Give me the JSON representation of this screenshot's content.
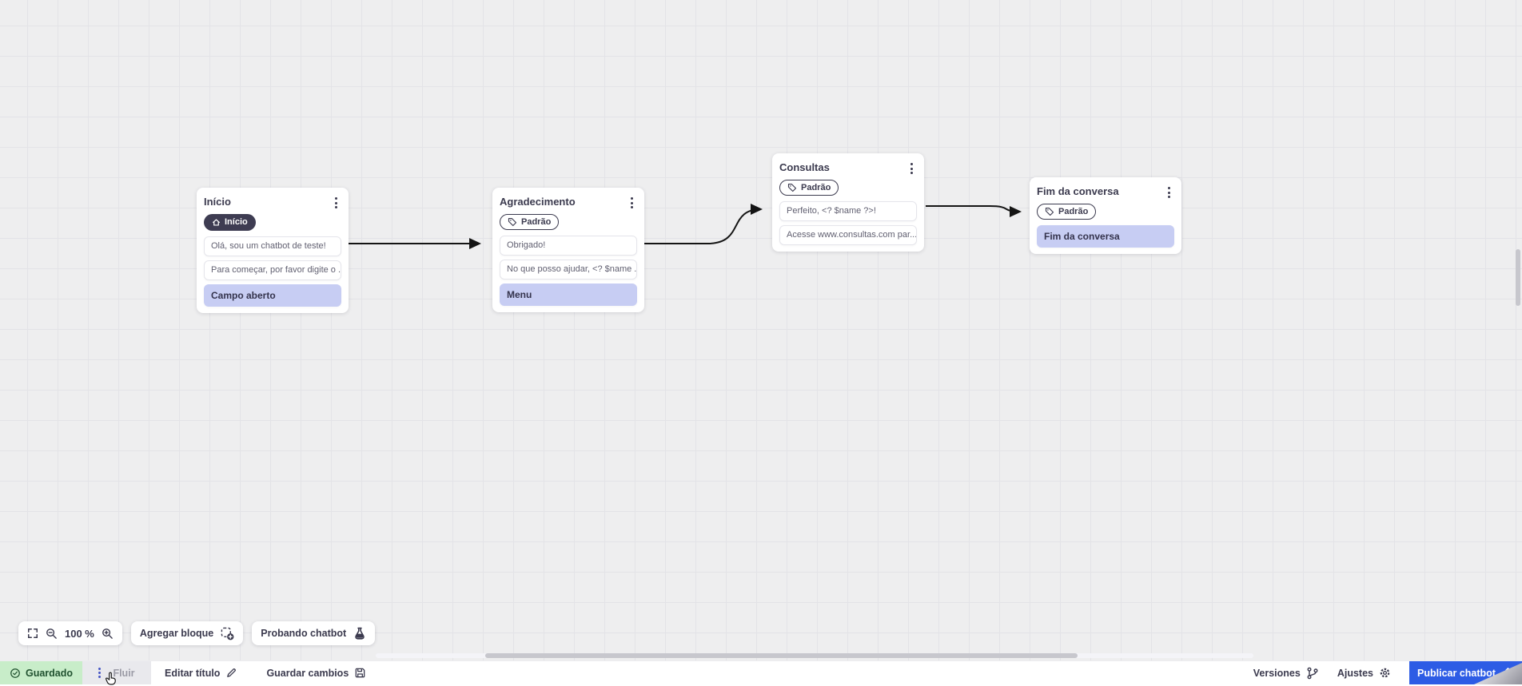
{
  "canvas": {
    "nodes": [
      {
        "title": "Início",
        "badge_label": "Início",
        "messages": [
          "Olá, sou um chatbot de teste!",
          "Para começar, por favor digite o ..."
        ],
        "action_label": "Campo aberto"
      },
      {
        "title": "Agradecimento",
        "badge_label": "Padrão",
        "messages": [
          "Obrigado!",
          "No que posso ajudar, <? $name ..."
        ],
        "action_label": "Menu"
      },
      {
        "title": "Consultas",
        "badge_label": "Padrão",
        "messages": [
          "Perfeito, <? $name ?>!",
          "Acesse www.consultas.com par..."
        ]
      },
      {
        "title": "Fim da conversa",
        "badge_label": "Padrão",
        "action_label": "Fim da conversa"
      }
    ]
  },
  "toolbar": {
    "zoom_level": "100 %",
    "add_block_label": "Agregar bloque",
    "test_chatbot_label": "Probando chatbot"
  },
  "statusbar": {
    "saved_label": "Guardado",
    "flow_label": "Fluir",
    "edit_title_label": "Editar título",
    "save_changes_label": "Guardar cambios",
    "versions_label": "Versiones",
    "settings_label": "Ajustes",
    "publish_label": "Publicar chatbot"
  },
  "icons": {
    "kebab-menu": "vertical three dots",
    "home": "house",
    "tag": "label tag outline",
    "fullscreen": "corner brackets",
    "zoom-out": "magnifier with minus",
    "zoom-in": "magnifier with plus",
    "add-block": "dashed square with plus",
    "test-chatbot": "flask",
    "saved-check": "check in circle",
    "edit-pencil": "pencil",
    "save-floppy": "floppy disk",
    "versions-branch": "git branch",
    "settings-gear": "gear",
    "publish-upload": "upload tray arrow",
    "cursor": "hand pointer"
  },
  "colors": {
    "canvas_bg": "#eeeeef",
    "grid_line": "#e3e3e7",
    "node_text_dark": "#3b3a4e",
    "bubble_text": "#605f70",
    "action_bubble_bg": "#c7cdf3",
    "saved_bg": "#c8edc9",
    "saved_text": "#20512f",
    "flow_section_bg": "#e9e9ed",
    "flow_text": "#9b9ba6",
    "flow_dots": "#4454c4",
    "publish_bg": "#2d5ce5",
    "publish_text": "#ffffff",
    "arrow": "#141414"
  }
}
